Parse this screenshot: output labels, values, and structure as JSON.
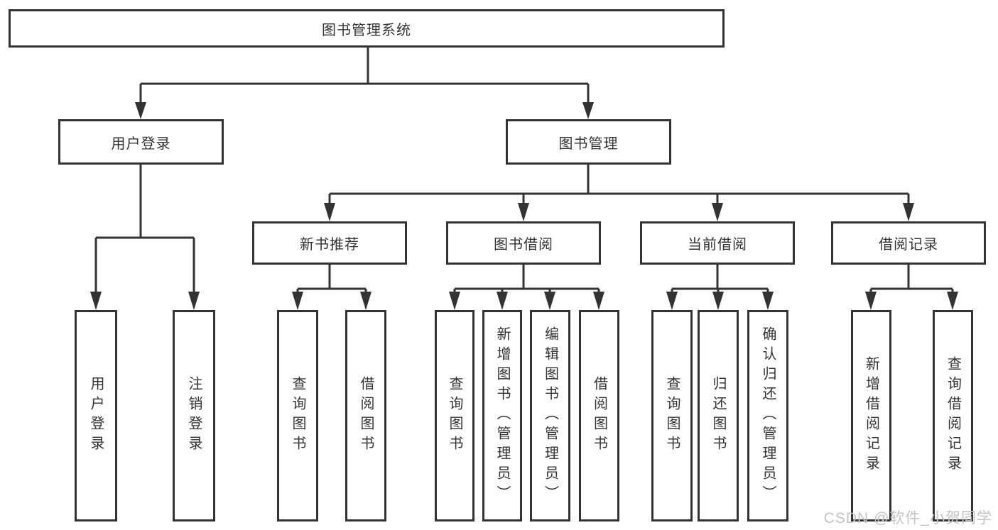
{
  "diagram": {
    "root": {
      "label": "图书管理系统"
    },
    "level2": [
      {
        "label": "用户登录"
      },
      {
        "label": "图书管理"
      }
    ],
    "level3": [
      {
        "label": "新书推荐",
        "parent": "图书管理"
      },
      {
        "label": "图书借阅",
        "parent": "图书管理"
      },
      {
        "label": "当前借阅",
        "parent": "图书管理"
      },
      {
        "label": "借阅记录",
        "parent": "图书管理"
      }
    ],
    "leaves": [
      {
        "label": "用户登录",
        "parent": "用户登录"
      },
      {
        "label": "注销登录",
        "parent": "用户登录"
      },
      {
        "label": "查询图书",
        "parent": "新书推荐"
      },
      {
        "label": "借阅图书",
        "parent": "新书推荐"
      },
      {
        "label": "查询图书",
        "parent": "图书借阅"
      },
      {
        "label": "新增图书（管理员）",
        "parent": "图书借阅"
      },
      {
        "label": "编辑图书（管理员）",
        "parent": "图书借阅"
      },
      {
        "label": "借阅图书",
        "parent": "图书借阅"
      },
      {
        "label": "查询图书",
        "parent": "当前借阅"
      },
      {
        "label": "归还图书",
        "parent": "当前借阅"
      },
      {
        "label": "确认归还（管理员）",
        "parent": "当前借阅"
      },
      {
        "label": "新增借阅记录",
        "parent": "借阅记录"
      },
      {
        "label": "查询借阅记录",
        "parent": "借阅记录"
      }
    ]
  },
  "watermark": "CSDN @软件_小贺同学",
  "colors": {
    "line": "#333333",
    "text": "#333333",
    "watermark": "#c4c4c4",
    "background": "#ffffff"
  }
}
